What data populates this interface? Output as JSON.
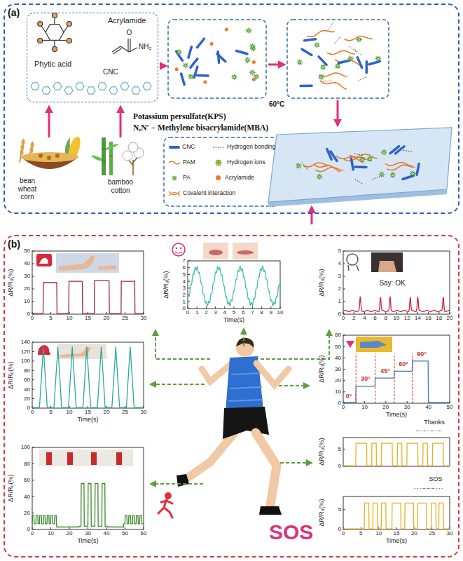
{
  "diagram": {
    "nodes": [
      {
        "text": [
          "(a)"
        ]
      },
      {
        "text": [
          "Phytic acid",
          "Acrylamide",
          "CNC"
        ],
        "in": 0
      },
      {
        "text": [
          "(b)"
        ]
      }
    ],
    "labels": [
      "bean wheat corn",
      "bamboo cotton",
      "O",
      "NH₂",
      "Potassium persulfate(KPS)",
      "N,N′ − Methylene bisacrylamide(MBA)",
      "60°C",
      "50",
      "40",
      "30",
      "20",
      "10",
      "0",
      "0",
      "5",
      "10",
      "15",
      "20",
      "25",
      "30",
      "ΔR/R₀(%)",
      "7",
      "6",
      "5",
      "4",
      "3",
      "2",
      "1",
      "0",
      "0",
      "1",
      "2",
      "3",
      "4",
      "5",
      "6",
      "7",
      "8",
      "9",
      "10",
      "ΔR/R₀(%)",
      "Time(s)",
      "5",
      "4",
      "3",
      "2",
      "1",
      "0",
      "0",
      "2",
      "4",
      "6",
      "8",
      "10",
      "12",
      "14",
      "16",
      "18",
      "20",
      "ΔR/R₀(%)",
      "Say: OK",
      "140",
      "120",
      "100",
      "80",
      "60",
      "40",
      "20",
      "0",
      "0",
      "5",
      "10",
      "15",
      "20",
      "25",
      "30",
      "ΔR/R₀(%)",
      "Time(s)",
      "60",
      "50",
      "40",
      "30",
      "20",
      "10",
      "0",
      "0",
      "10",
      "20",
      "30",
      "40",
      "50",
      "ΔR/R₀(%)",
      "Time(s)",
      "0°",
      "30°",
      "45°",
      "60°",
      "90°",
      "100",
      "80",
      "60",
      "40",
      "20",
      "0",
      "0",
      "10",
      "20",
      "30",
      "40",
      "50",
      "60",
      "ΔR/R₀(%)",
      "Time(s)",
      "5",
      "0",
      "ΔR/R₀(%)",
      "Thanks",
      "−·−·−·−",
      "5",
      "0",
      "0",
      "5",
      "10",
      "15",
      "20",
      "25",
      "30",
      "ΔR/R₀(%)",
      "Time(s)",
      "SOS",
      "···−−−···",
      "SOS"
    ],
    "legend": [
      {
        "text": "CNC",
        "color": "#2f62c8"
      },
      {
        "text": "Hydrogen bonding"
      },
      {
        "text": "PAM"
      },
      {
        "text": "Hydrogen ions"
      },
      {
        "text": "PA"
      },
      {
        "text": "Acrylamide",
        "color": "#e8792a"
      },
      {
        "text": "Covalent interaction"
      }
    ]
  }
}
